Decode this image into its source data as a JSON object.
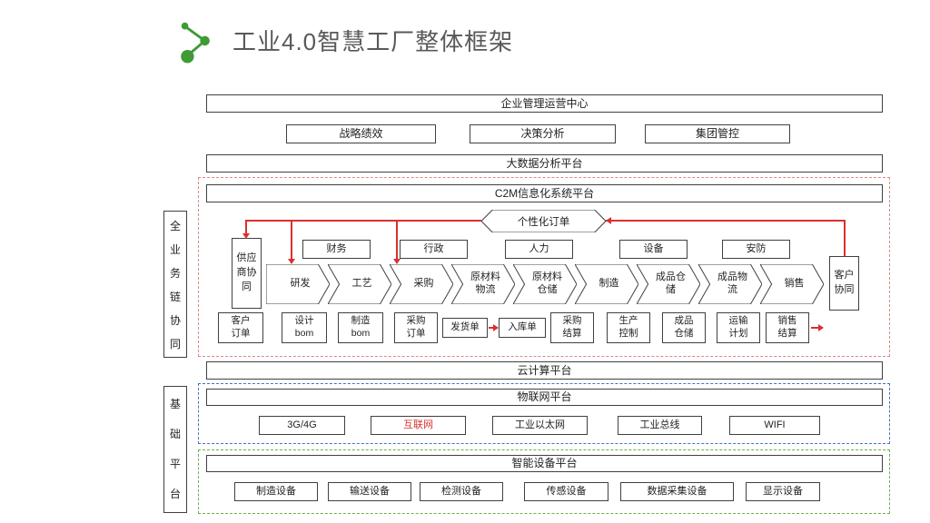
{
  "title": "工业4.0智慧工厂整体框架",
  "top": {
    "management_center": "企业管理运营中心",
    "items": [
      "战略绩效",
      "决策分析",
      "集团管控"
    ],
    "bigdata_platform": "大数据分析平台"
  },
  "c2m": {
    "platform": "C2M信息化系统平台",
    "personal_order": "个性化订单",
    "departments": [
      "财务",
      "行政",
      "人力",
      "设备",
      "安防"
    ],
    "supplier": "供应商协同",
    "customer": "客户协同",
    "process": [
      "研发",
      "工艺",
      "采购",
      "原材料物流",
      "原材料仓储",
      "制造",
      "成品仓储",
      "成品物流",
      "销售"
    ],
    "documents": [
      "客户订单",
      "设计bom",
      "制造bom",
      "采购订单",
      "发货单",
      "入库单",
      "采购结算",
      "生产控制",
      "成品仓储",
      "运输计划",
      "销售结算"
    ]
  },
  "side_labels": {
    "business_chain": "全业务链协同",
    "foundation": "基础平台"
  },
  "cloud_platform": "云计算平台",
  "iot": {
    "platform": "物联网平台",
    "items": [
      "3G/4G",
      "互联网",
      "工业以太网",
      "工业总线",
      "WIFI"
    ]
  },
  "devices": {
    "platform": "智能设备平台",
    "items": [
      "制造设备",
      "输送设备",
      "检测设备",
      "传感设备",
      "数据采集设备",
      "显示设备"
    ]
  },
  "colors": {
    "title_gray": "#595959",
    "border_dark": "#404040",
    "arrow_red": "#d93030",
    "dash_red": "#e08585",
    "dash_blue": "#4472c4",
    "dash_green": "#70ad47",
    "icon_green": "#3f9b35",
    "internet_text_red": "#d93030"
  }
}
